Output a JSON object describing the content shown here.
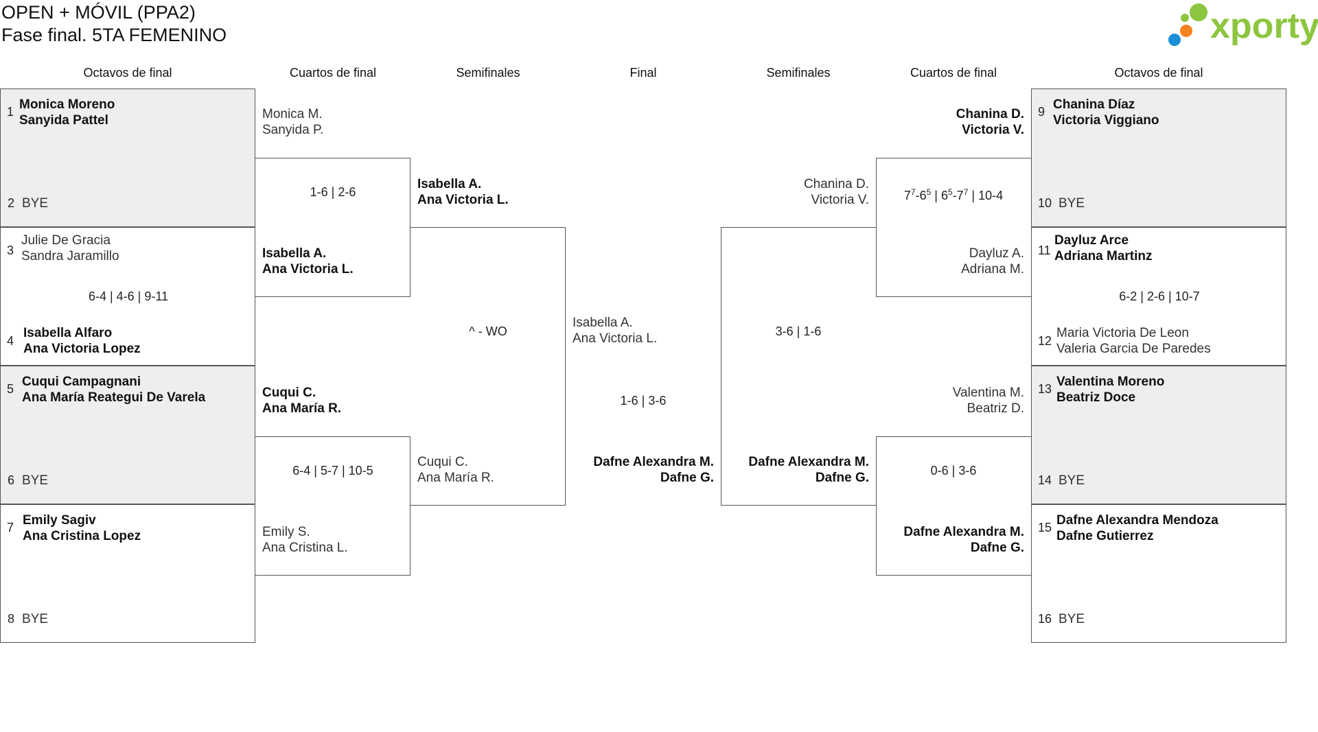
{
  "title": {
    "line1": "OPEN + MÓVIL (PPA2)",
    "line2": "Fase final. 5TA FEMENINO"
  },
  "logo": {
    "text": "xporty",
    "colors": [
      "#1a8fd6",
      "#f58220",
      "#8cc63f",
      "#8cc63f"
    ]
  },
  "headers": {
    "r16_left": "Octavos de final",
    "qf_left": "Cuartos de final",
    "sf_left": "Semifinales",
    "final": "Final",
    "sf_right": "Semifinales",
    "qf_right": "Cuartos de final",
    "r16_right": "Octavos de final"
  },
  "r16_left": [
    {
      "seedA": "1",
      "a1": "Monica Moreno",
      "a2": "Sanyida Pattel",
      "seedB": "2",
      "b1": "BYE",
      "score": ""
    },
    {
      "seedA": "3",
      "a1": "Julie De Gracia",
      "a2": "Sandra Jaramillo",
      "seedB": "4",
      "b1": "Isabella Alfaro",
      "b2": "Ana Victoria Lopez",
      "score": "6-4 | 4-6 | 9-11"
    },
    {
      "seedA": "5",
      "a1": "Cuqui Campagnani",
      "a2": "Ana María Reategui De Varela",
      "seedB": "6",
      "b1": "BYE",
      "score": ""
    },
    {
      "seedA": "7",
      "a1": "Emily Sagiv",
      "a2": "Ana Cristina Lopez",
      "seedB": "8",
      "b1": "BYE",
      "score": ""
    }
  ],
  "qf_left": [
    {
      "a1": "Monica M.",
      "a2": "Sanyida P.",
      "score": "1-6 | 2-6",
      "b1": "Isabella A.",
      "b2": "Ana Victoria L."
    },
    {
      "a1": "Cuqui C.",
      "a2": "Ana María R.",
      "score": "6-4 | 5-7 | 10-5",
      "b1": "Emily S.",
      "b2": "Ana Cristina L."
    }
  ],
  "sf_left": {
    "a1": "Isabella A.",
    "a2": "Ana Victoria L.",
    "score": "^ - WO",
    "b1": "Cuqui C.",
    "b2": "Ana María R."
  },
  "final": {
    "a1": "Isabella A.",
    "a2": "Ana Victoria L.",
    "score": "1-6 | 3-6",
    "b1": "Dafne Alexandra M.",
    "b2": "Dafne G."
  },
  "sf_right": {
    "a1": "Chanina D.",
    "a2": "Victoria V.",
    "score": "3-6 | 1-6",
    "b1": "Dafne Alexandra M.",
    "b2": "Dafne G."
  },
  "qf_right": [
    {
      "a1": "Chanina D.",
      "a2": "Victoria V.",
      "score_parts": [
        "7",
        "7",
        "-6",
        "5",
        " | 6",
        "5",
        "-7",
        "7",
        " | 10-4"
      ],
      "b1": "Dayluz A.",
      "b2": "Adriana M."
    },
    {
      "a1": "Valentina M.",
      "a2": "Beatriz D.",
      "score": "0-6 | 3-6",
      "b1": "Dafne Alexandra M.",
      "b2": "Dafne G."
    }
  ],
  "r16_right": [
    {
      "seedA": "9",
      "a1": "Chanina Díaz",
      "a2": "Victoria Viggiano",
      "seedB": "10",
      "b1": "BYE",
      "score": ""
    },
    {
      "seedA": "11",
      "a1": "Dayluz Arce",
      "a2": "Adriana Martinz",
      "seedB": "12",
      "b1": "Maria Victoria De Leon",
      "b2": "Valeria Garcia De Paredes",
      "score": "6-2 | 2-6 | 10-7"
    },
    {
      "seedA": "13",
      "a1": "Valentina Moreno",
      "a2": "Beatriz Doce",
      "seedB": "14",
      "b1": "BYE",
      "score": ""
    },
    {
      "seedA": "15",
      "a1": "Dafne Alexandra Mendoza",
      "a2": "Dafne Gutierrez",
      "seedB": "16",
      "b1": "BYE",
      "score": ""
    }
  ]
}
